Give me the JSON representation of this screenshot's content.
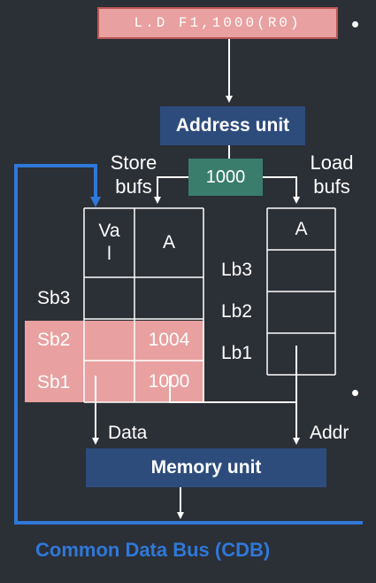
{
  "instruction": "L.D F1,1000(R0)",
  "address_unit": "Address unit",
  "address_value": "1000",
  "store_bufs_label": [
    "Store",
    "bufs"
  ],
  "load_bufs_label": [
    "Load",
    "bufs"
  ],
  "store_table": {
    "headers": [
      "Va\nl",
      "A"
    ],
    "rows": [
      {
        "name": "Sb3",
        "val": "",
        "a": "",
        "highlight": false
      },
      {
        "name": "Sb2",
        "val": "",
        "a": "1004",
        "highlight": true
      },
      {
        "name": "Sb1",
        "val": "",
        "a": "1000",
        "highlight": true
      }
    ]
  },
  "load_table": {
    "header": "A",
    "rows": [
      {
        "name": "Lb3",
        "a": ""
      },
      {
        "name": "Lb2",
        "a": ""
      },
      {
        "name": "Lb1",
        "a": ""
      }
    ]
  },
  "data_label": "Data",
  "addr_label": "Addr",
  "memory_unit": "Memory unit",
  "cdb_label": "Common Data Bus (CDB)",
  "colors": {
    "background": "#2b2f36",
    "instruction_fill": "#e8a0a0",
    "unit_fill": "#2d4c7c",
    "value_fill": "#3a7d6c",
    "cdb": "#2f78d8",
    "highlight": "#e8a0a0"
  }
}
